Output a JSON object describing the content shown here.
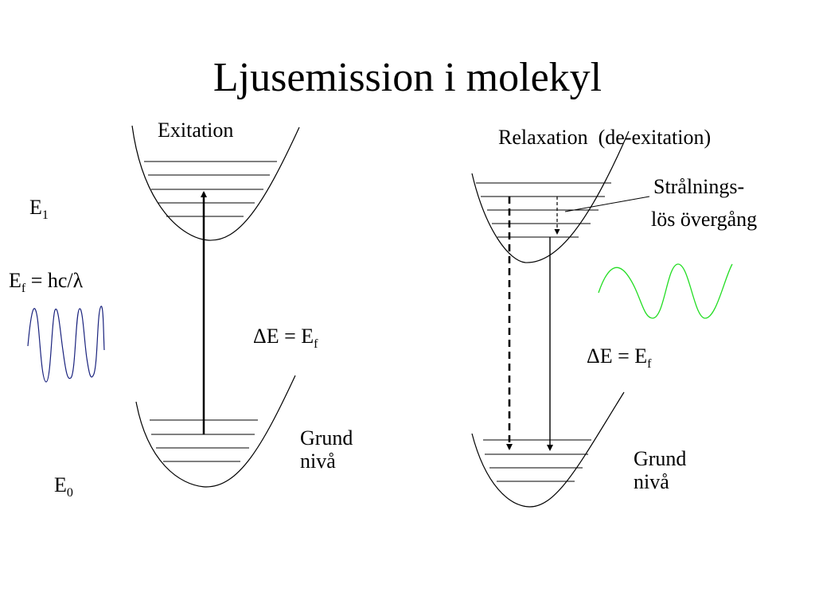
{
  "title": "Ljusemission i molekyl",
  "left": {
    "heading": "Exitation",
    "e1_main": "E",
    "e1_sub": "1",
    "e0_main": "E",
    "e0_sub": "0",
    "ef_main": "E",
    "ef_sub": "f",
    "ef_rest": " = hc/λ",
    "delta_main": "ΔE = E",
    "delta_sub": "f",
    "ground": "Grund nivå"
  },
  "right": {
    "heading": "Relaxation  (de-exitation)",
    "nonrad_line1": "Strålnings-",
    "nonrad_line2": "lös övergång",
    "delta_main": "ΔE = E",
    "delta_sub": "f",
    "ground": "Grund nivå"
  },
  "colors": {
    "absorbed_wave": "#1a237e",
    "emitted_wave": "#22dd22"
  }
}
